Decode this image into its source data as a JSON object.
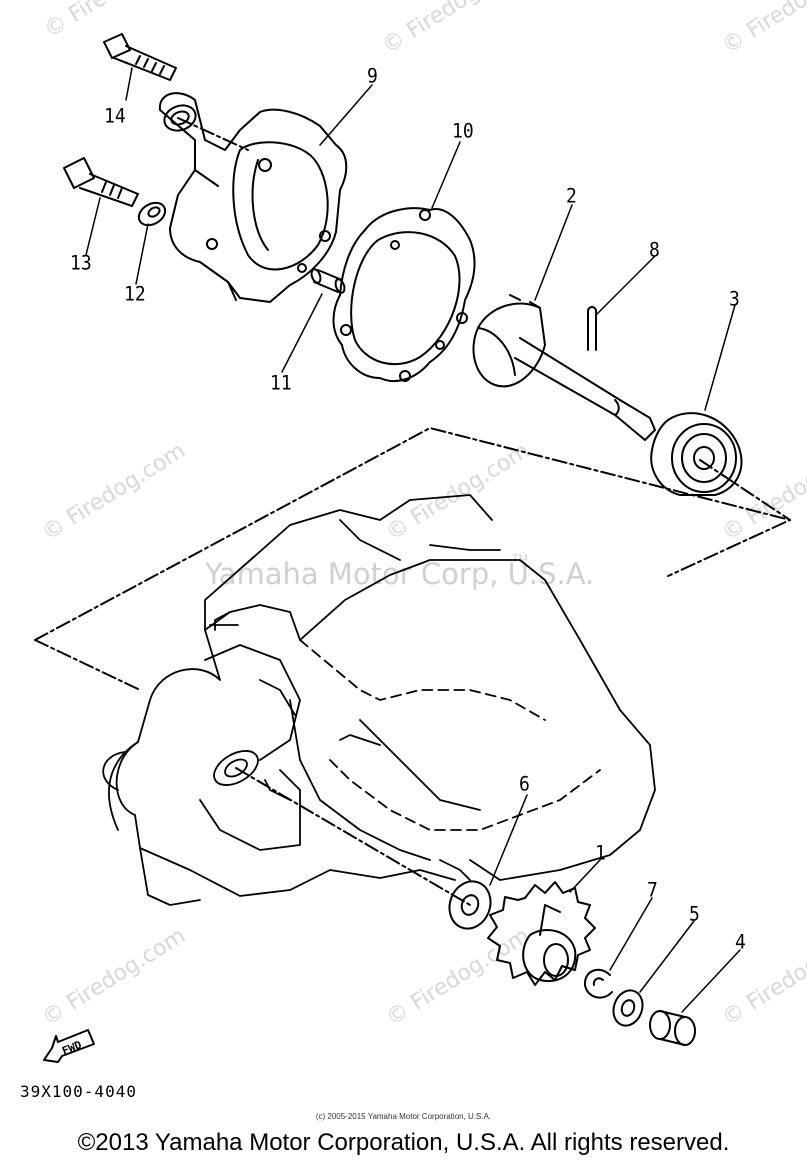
{
  "watermarks": {
    "site": "© Firedog.com",
    "owner": "Yamaha Motor Corp, U.S.A.",
    "trademark": "TM"
  },
  "callouts": {
    "c1": "1",
    "c2": "2",
    "c3": "3",
    "c4": "4",
    "c5": "5",
    "c6": "6",
    "c7": "7",
    "c8": "8",
    "c9": "9",
    "c10": "10",
    "c11": "11",
    "c12": "12",
    "c13": "13",
    "c14": "14"
  },
  "direction_marker": {
    "label": "FWD",
    "icon": "fwd-arrow-icon"
  },
  "part_code": "39X100-4040",
  "fine_print": "(c) 2005-2015 Yamaha Motor Corporation, U.S.A.",
  "copyright": "©2013 Yamaha Motor Corporation, U.S.A. All rights reserved."
}
